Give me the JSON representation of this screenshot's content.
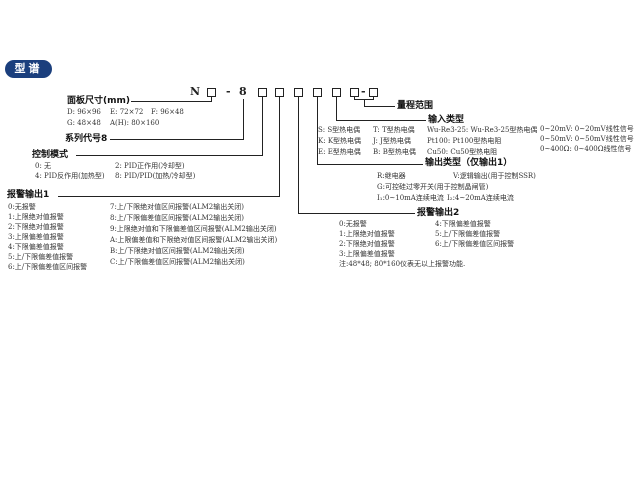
{
  "title": "型谱",
  "code": {
    "n": "N",
    "dash1": "-",
    "eight": "8",
    "dash2": "-"
  },
  "panel": {
    "label": "面板尺寸(mm)",
    "options": [
      "D: 96×96",
      "E: 72×72",
      "F: 96×48",
      "G: 48×48",
      "A(H): 80×160"
    ]
  },
  "series": {
    "label": "系列代号8"
  },
  "control": {
    "label": "控制模式",
    "options": [
      "0: 无",
      "2: PID正作用(冷却型)",
      "4: PID反作用(加热型)",
      "8: PID/PID(加热/冷却型)"
    ]
  },
  "alarm1": {
    "label": "报警输出1",
    "left": [
      "0:无报警",
      "1:上限绝对值报警",
      "2:下限绝对值报警",
      "3:上限偏差值报警",
      "4:下限偏差值报警",
      "5:上/下限偏差值报警",
      "6:上/下限偏差值区间报警"
    ],
    "right": [
      "7:上/下限绝对值区间报警(ALM2输出关闭)",
      "8:上/下限偏差值区间报警(ALM2输出关闭)",
      "9:上限绝对值和下限偏差值区间报警(ALM2输出关闭)",
      "A:上限偏差值和下限绝对值区间报警(ALM2输出关闭)",
      "B:上/下限绝对值区间报警(ALM2输出关闭)",
      "C:上/下限偏差值区间报警(ALM2输出关闭)"
    ]
  },
  "alarm2": {
    "label": "报警输出2",
    "left": [
      "0:无报警",
      "1:上限绝对值报警",
      "2:下限绝对值报警",
      "3:上限偏差值报警"
    ],
    "right": [
      "4:下限偏差值报警",
      "5:上/下限偏差值报警",
      "6:上/下限偏差值区间报警"
    ],
    "note": "注:48*48; 80*160仪表无以上报警功能."
  },
  "output": {
    "label": "输出类型（仅输出1）",
    "options": [
      "R:继电器",
      "V:逻辑输出(用于控制SSR)",
      "G:可控硅过零开关(用于控制晶闸管)",
      "I₁:0~10mA连续电流",
      "I₂:4~20mA连续电流"
    ]
  },
  "input": {
    "label": "输入类型",
    "col1": [
      "S: S型热电偶",
      "K: K型热电偶",
      "E: E型热电偶"
    ],
    "col2": [
      "T: T型热电偶",
      "J: J型热电偶",
      "B: B型热电偶"
    ],
    "col3": [
      "Wu-Re3-25: Wu-Re3-25型热电偶",
      "Pt100: Pt100型热电阻",
      "Cu50: Cu50型热电阻"
    ],
    "col4": [
      "0~20mV: 0~20mV线性信号",
      "0~50mV: 0~50mV线性信号",
      "0~400Ω: 0~400Ω线性信号"
    ]
  },
  "range": {
    "label": "量程范围"
  }
}
